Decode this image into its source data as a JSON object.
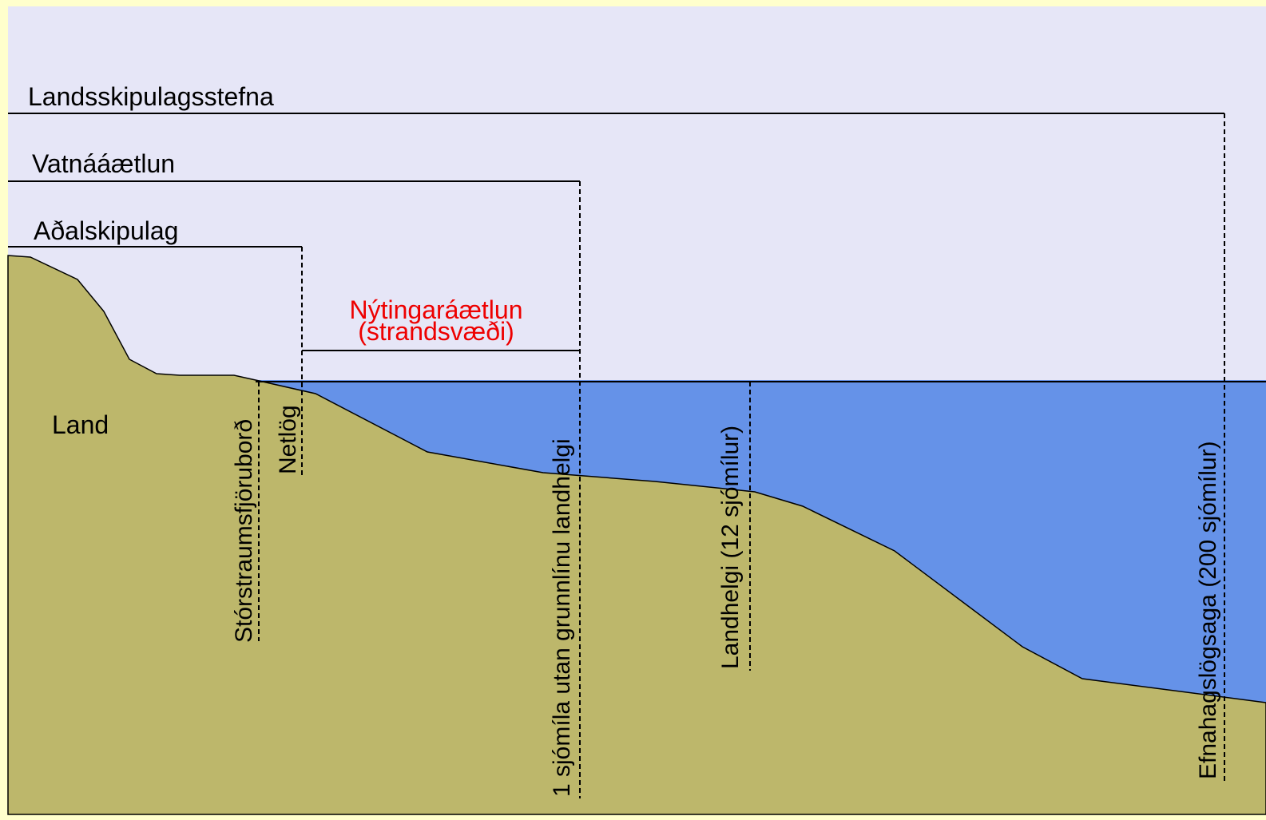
{
  "colors": {
    "sky": "#e6e6f7",
    "sea": "#6592e8",
    "land": "#bdb76b",
    "frame": "#ffffcc",
    "line": "#000000",
    "accent_red": "#ee0000"
  },
  "zones": {
    "landsskipulagsstefna": "Landsskipulagsstefna",
    "vatnaaaetlun": "Vatnááætlun",
    "adalskipulag": "Aðalskipulag",
    "nytingaraaetlun_line1": "Nýtingaráætlun",
    "nytingaraaetlun_line2": "(strandsvæði)"
  },
  "land_label": "Land",
  "boundaries": {
    "storstraumsfjoruborð": "Stórstraumsfjöruborð",
    "netlog": "Netlög",
    "sjomila": "1 sjómíla utan grunnlínu landhelgi",
    "landhelgi": "Landhelgi (12 sjómílur)",
    "efnahagslogsaga": "Efnahagslögsaga (200 sjómílur)"
  }
}
